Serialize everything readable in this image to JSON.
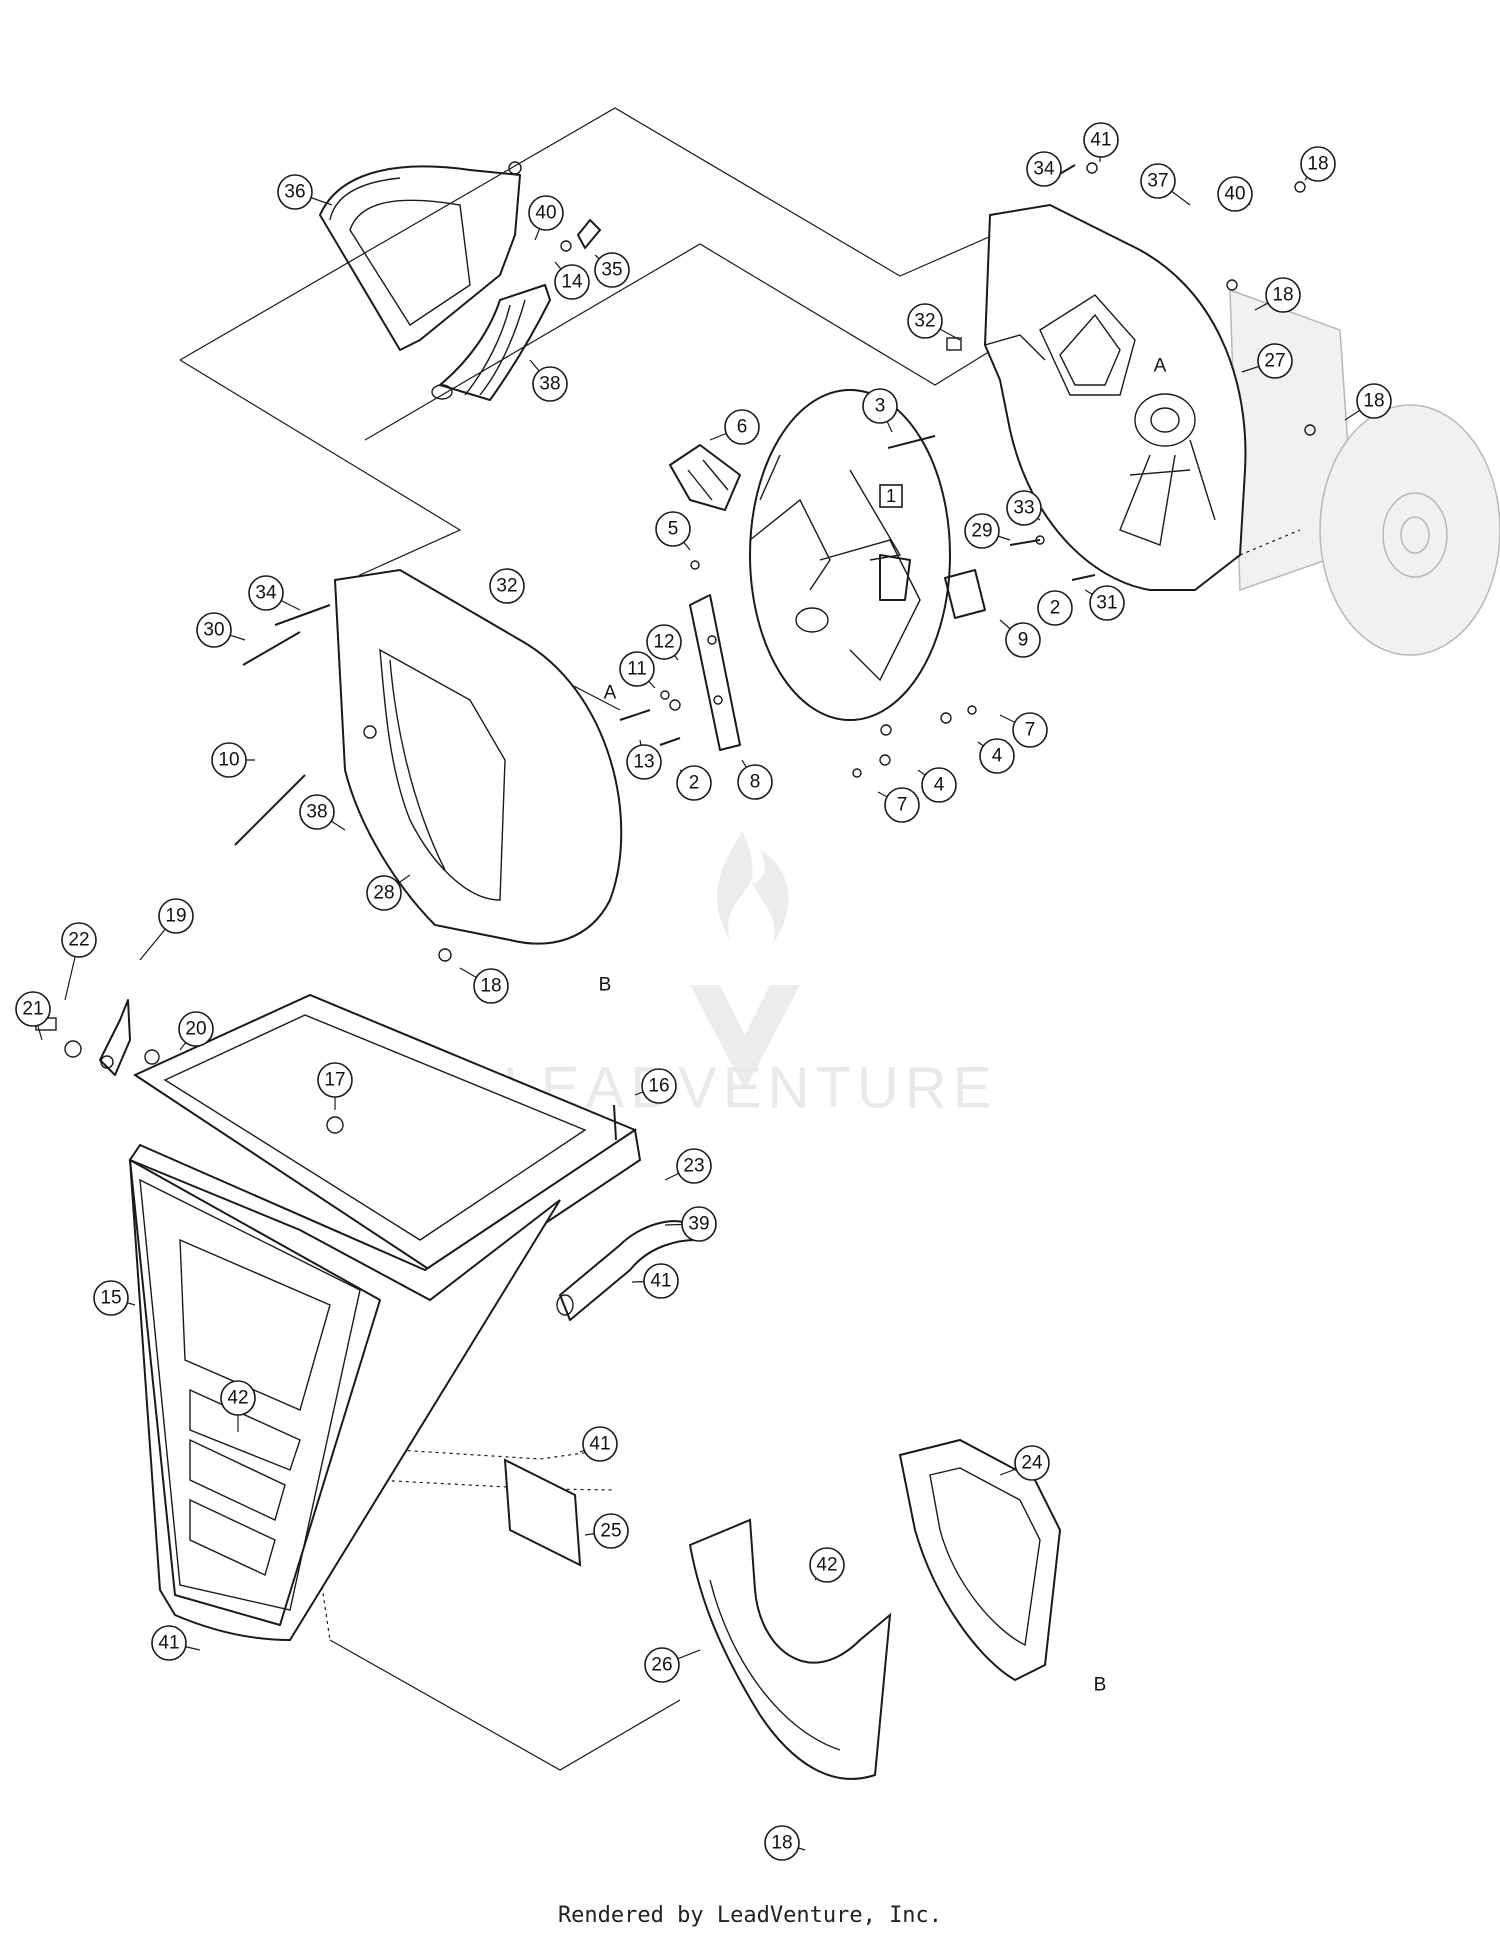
{
  "watermark": {
    "text": "LEADVENTURE",
    "color": "#e9e9e9"
  },
  "footer": {
    "credit": "Rendered by LeadVenture, Inc."
  },
  "assembly_ref": "1",
  "reference_marks": [
    "A",
    "A",
    "B",
    "B"
  ],
  "callouts": [
    "36",
    "40",
    "35",
    "14",
    "38",
    "41",
    "34",
    "37",
    "40",
    "18",
    "32",
    "18",
    "27",
    "18",
    "3",
    "6",
    "5",
    "29",
    "33",
    "2",
    "31",
    "9",
    "34",
    "32",
    "30",
    "12",
    "11",
    "13",
    "2",
    "8",
    "4",
    "7",
    "4",
    "7",
    "10",
    "38",
    "28",
    "18",
    "22",
    "19",
    "21",
    "20",
    "17",
    "16",
    "23",
    "39",
    "41",
    "15",
    "42",
    "41",
    "25",
    "24",
    "42",
    "26",
    "41",
    "18"
  ]
}
